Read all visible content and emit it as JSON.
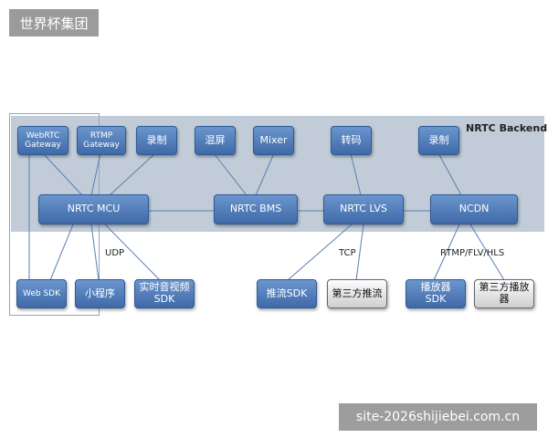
{
  "header": {
    "badge": "世界杯集团"
  },
  "diagram": {
    "backend_label": "NRTC Backend",
    "nodes": {
      "webrtc_gateway": "WebRTC Gateway",
      "rtmp_gateway": "RTMP Gateway",
      "record_left": "录制",
      "mix_screen": "混屏",
      "mixer": "Mixer",
      "transcode": "转码",
      "record_right": "录制",
      "mcu": "NRTC MCU",
      "bms": "NRTC BMS",
      "lvs": "NRTC LVS",
      "ncdn": "NCDN",
      "web_sdk": "Web SDK",
      "mini_program": "小程序",
      "av_sdk": "实时音视频SDK",
      "push_sdk": "推流SDK",
      "third_push": "第三方推流",
      "player_sdk": "播放器SDK",
      "third_player": "第三方播放器"
    },
    "edge_labels": {
      "udp": "UDP",
      "tcp": "TCP",
      "rtmp_flv_hls": "RTMP/FLV/HLS"
    }
  },
  "footer": {
    "watermark": "site-2026shijiebei.com.cn"
  }
}
